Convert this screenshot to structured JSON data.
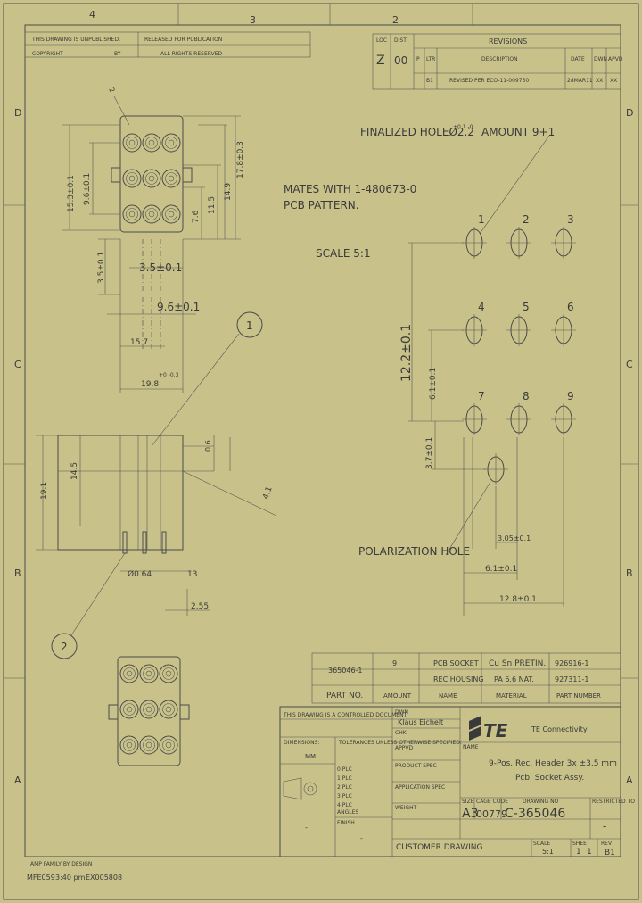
{
  "zones": {
    "top": [
      "4",
      "3",
      "2"
    ],
    "left": [
      "D",
      "C",
      "B",
      "A"
    ]
  },
  "header": {
    "unpublished": "THIS DRAWING IS UNPUBLISHED.",
    "copyright": "COPYRIGHT",
    "by": "BY",
    "released": "RELEASED FOR PUBLICATION",
    "rights": "ALL RIGHTS RESERVED"
  },
  "revisions": {
    "title": "REVISIONS",
    "lc_label": "LOC",
    "dist_label": "DIST",
    "loc": "Z",
    "dist": "00",
    "cols": [
      "P",
      "LTR",
      "DESCRIPTION",
      "DATE",
      "DWN",
      "APVD"
    ],
    "row": {
      "ltr": "B1",
      "desc": "REVISED PER ECO-11-009750",
      "date": "28MAR11",
      "dwn": "XX",
      "apvd": "XX"
    }
  },
  "notes": {
    "finalized": "FINALIZED HOLEØ2.2",
    "tol": "+0.1 -0",
    "amount": "AMOUNT 9+1",
    "mates1": "MATES WITH 1-480673-0",
    "mates2": "PCB PATTERN.",
    "scale": "SCALE 5:1",
    "polarization": "POLARIZATION HOLE"
  },
  "dims": {
    "d_15_3": "15.3±0.1",
    "d_9_6v": "9.6±0.1",
    "d_7_6": "7.6",
    "d_11_5": "11.5",
    "d_14_9": "14.9",
    "d_17_8": "17.8±0.3",
    "d_3_5v": "3.5±0.1",
    "d_3_5h": "3.5±0.1",
    "d_9_6h": "9.6±0.1",
    "d_15_7": "15.7",
    "d_19_8": "19.8",
    "d_19_8tol": "+0 -0.3",
    "d_19_1": "19.1",
    "d_14_5": "14.5",
    "d_0_6": "0.6",
    "d_0_64": "Ø0.64",
    "d_13": "13",
    "d_2_55": "2.55",
    "d_4_1": "4.1",
    "p_12_2": "12.2±0.1",
    "p_6_1": "6.1±0.1",
    "p_3_7": "3.7±0.1",
    "p_3_05": "3.05±0.1",
    "p_6_1h": "6.1±0.1",
    "p_12_8": "12.8±0.1"
  },
  "pins": [
    "1",
    "2",
    "3",
    "4",
    "5",
    "6",
    "7",
    "8",
    "9"
  ],
  "balloons": [
    "1",
    "2"
  ],
  "bom": {
    "rows": [
      {
        "part": "365046-1",
        "amount": "9",
        "name": "PCB SOCKET",
        "material": "Cu Sn PRETIN.",
        "partnum": "926916-1"
      },
      {
        "part": "",
        "amount": "",
        "name": "REC.HOUSING",
        "material": "PA 6.6 NAT.",
        "partnum": "927311-1"
      }
    ],
    "headers": {
      "part": "PART NO.",
      "amount": "AMOUNT",
      "name": "NAME",
      "material": "MATERIAL",
      "partnum": "PART NUMBER"
    }
  },
  "titleblock": {
    "controlled": "THIS DRAWING IS A CONTROLLED DOCUMENT.",
    "dwn_label": "DWN",
    "dwn": "Klaus Eichelt",
    "chk_label": "CHK",
    "appvd_label": "APPVD",
    "product_spec": "PRODUCT SPEC",
    "application_spec": "APPLICATION SPEC",
    "weight": "WEIGHT",
    "dimensions": "DIMENSIONS:",
    "mm": "MM",
    "tolerances": "TOLERANCES UNLESS OTHERWISE SPECIFIED:",
    "plc": [
      "0 PLC",
      "1 PLC",
      "2 PLC",
      "3 PLC",
      "4 PLC"
    ],
    "angles": "ANGLES",
    "finish": "FINISH",
    "brand": "TE",
    "brand_name": "TE Connectivity",
    "name_label": "NAME",
    "desc1": "9-Pos. Rec. Header 3x ±3.5 mm",
    "desc2": "Pcb. Socket Assy.",
    "size_label": "SIZE",
    "cage_label": "CAGE CODE",
    "drawing_no_label": "DRAWING NO",
    "resticted_label": "RESTRICTED TO",
    "size": "A3",
    "cage": "00779",
    "drawing_no": "C-365046",
    "restricted": "-",
    "scale_label": "SCALE",
    "scale": "5:1",
    "sheet_label": "SHEET",
    "sheet": "1",
    "of": "1",
    "rev_label": "REV",
    "rev": "B1",
    "customer": "CUSTOMER DRAWING",
    "dash1": "-",
    "dash2": "-"
  },
  "footer": {
    "line1": "AMP FAMILY BY DESIGN",
    "f1": "MFE059",
    "f2": "3:40 pm",
    "f3": "EX005808"
  }
}
